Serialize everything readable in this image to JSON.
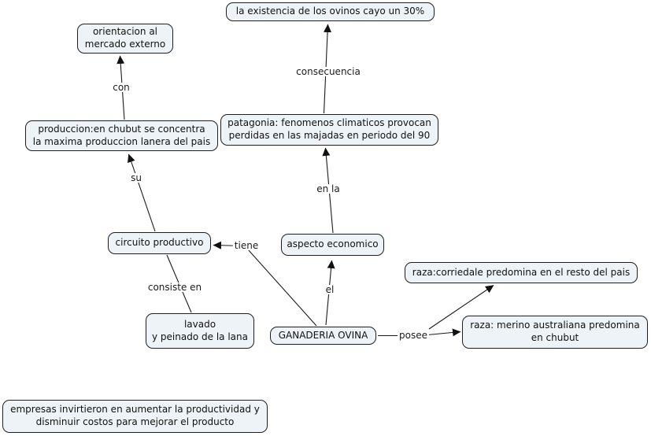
{
  "colors": {
    "canvas_background": "#ffffff",
    "node_fill": "#edf3f6",
    "node_border": "#1f1f1f",
    "connector_line": "#1a1a1a",
    "text": "#111111"
  },
  "nodes": {
    "existencia": {
      "label": "la existencia de los ovinos cayo un 30%"
    },
    "orientacion": {
      "label": "orientacion al\nmercado externo"
    },
    "produccion": {
      "label": "produccion:en chubut se concentra\nla maxima produccion lanera del pais"
    },
    "patagonia": {
      "label": "patagonia: fenomenos climaticos provocan\nperdidas en las majadas en periodo del 90"
    },
    "circuito": {
      "label": "circuito productivo"
    },
    "aspecto": {
      "label": "aspecto economico"
    },
    "lavado": {
      "label": "lavado\ny peinado de la lana"
    },
    "ganaderia": {
      "label": "GANADERIA OVINA"
    },
    "corriedale": {
      "label": "raza:corriedale predomina en el resto del pais"
    },
    "merino": {
      "label": "raza: merino australiana predomina\nen chubut"
    },
    "empresas": {
      "label": "empresas invirtieron en aumentar la productividad y\ndisminuir costos para mejorar el producto"
    }
  },
  "links": {
    "con": "con",
    "consecuencia": "consecuencia",
    "su": "su",
    "en_la": "en la",
    "tiene": "tiene",
    "el": "el",
    "consiste_en": "consiste en",
    "posee": "posee"
  }
}
